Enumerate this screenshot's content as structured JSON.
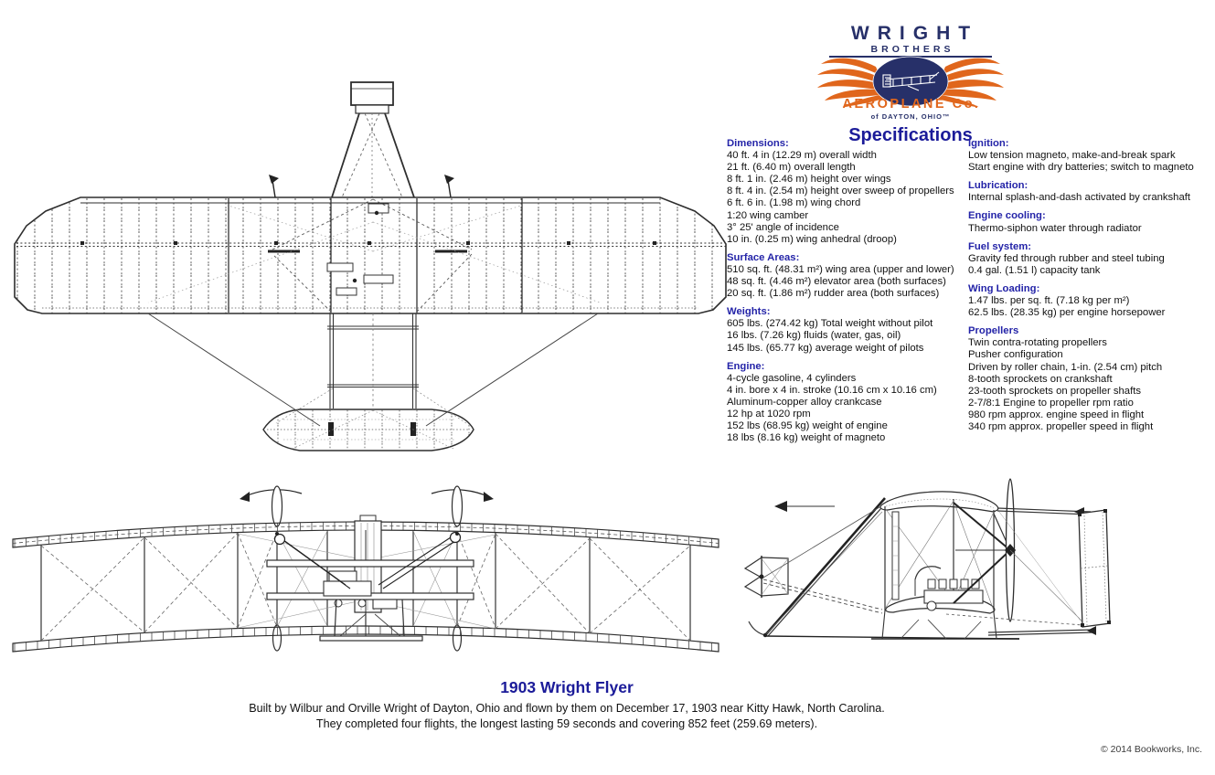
{
  "theme": {
    "navy": "#273069",
    "orange": "#e0661c",
    "heading_blue": "#2424a8",
    "title_navy": "#1b1b99",
    "text": "#111111",
    "background": "#ffffff"
  },
  "logo": {
    "wright": "WRIGHT",
    "brothers": "BROTHERS",
    "aeroplane": "AEROPLANE Co.",
    "dayton": "of DAYTON, OHIO™"
  },
  "specs_title": "Specifications",
  "spec_columns": [
    {
      "sections": [
        {
          "heading": "Dimensions:",
          "lines": [
            "40 ft. 4 in (12.29 m) overall width",
            "21 ft. (6.40 m) overall length",
            "8 ft. 1 in. (2.46 m) height over wings",
            "8 ft. 4 in. (2.54 m) height over sweep of propellers",
            "6 ft. 6 in. (1.98 m) wing chord",
            "1:20 wing camber",
            "3° 25' angle of incidence",
            "10 in. (0.25 m) wing anhedral (droop)"
          ]
        },
        {
          "heading": "Surface Areas:",
          "lines": [
            "510 sq. ft. (48.31 m²) wing area (upper and lower)",
            "48 sq. ft. (4.46 m²) elevator area (both surfaces)",
            "20 sq. ft. (1.86 m²) rudder area (both surfaces)"
          ]
        },
        {
          "heading": "Weights:",
          "lines": [
            "605 lbs. (274.42 kg) Total weight without pilot",
            "16 lbs. (7.26 kg) fluids (water, gas, oil)",
            "145 lbs. (65.77 kg) average weight of pilots"
          ]
        },
        {
          "heading": "Engine:",
          "lines": [
            "4-cycle gasoline, 4 cylinders",
            "4 in. bore x 4 in. stroke (10.16 cm x 10.16 cm)",
            "Aluminum-copper alloy crankcase",
            "12 hp at 1020 rpm",
            "152 lbs (68.95 kg) weight of engine",
            "18 lbs (8.16 kg) weight of magneto"
          ]
        }
      ]
    },
    {
      "sections": [
        {
          "heading": "Ignition:",
          "lines": [
            "Low tension magneto, make-and-break spark",
            "Start engine with dry batteries; switch to magneto"
          ]
        },
        {
          "heading": "Lubrication:",
          "lines": [
            "Internal splash-and-dash activated by crankshaft"
          ]
        },
        {
          "heading": "Engine cooling:",
          "lines": [
            "Thermo-siphon water through radiator"
          ]
        },
        {
          "heading": "Fuel system:",
          "lines": [
            "Gravity fed through rubber and steel tubing",
            "0.4 gal. (1.51 l) capacity tank"
          ]
        },
        {
          "heading": "Wing Loading:",
          "lines": [
            "1.47 lbs. per sq. ft. (7.18 kg per m²)",
            "62.5 lbs. (28.35 kg) per engine horsepower"
          ]
        },
        {
          "heading": "Propellers",
          "lines": [
            "Twin contra-rotating propellers",
            "Pusher configuration",
            "Driven by roller chain, 1-in. (2.54 cm) pitch",
            "8-tooth sprockets on crankshaft",
            "23-tooth sprockets on propeller shafts",
            "2-7/8:1 Engine to propeller rpm ratio",
            "980 rpm approx. engine speed in flight",
            "340 rpm approx. propeller speed in flight"
          ]
        }
      ]
    }
  ],
  "footer": {
    "title": "1903 Wright Flyer",
    "line1": "Built by Wilbur and Orville Wright of Dayton, Ohio and flown by them on December 17, 1903 near Kitty Hawk, North Carolina.",
    "line2": "They completed four flights, the longest lasting 59 seconds and covering 852 feet (259.69 meters).",
    "copyright": "© 2014 Bookworks, Inc."
  }
}
